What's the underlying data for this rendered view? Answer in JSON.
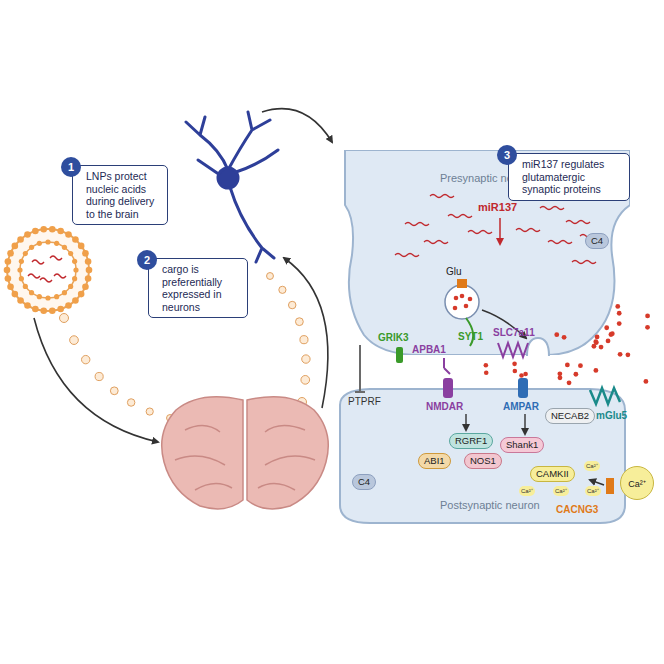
{
  "diagram": {
    "nodes": [
      {
        "text": [
          "1",
          "LNPs protect nucleic acids during delivery to the brain"
        ]
      },
      {
        "text": [
          "2",
          "cargo is preferentially expressed in neurons"
        ]
      },
      {
        "text": [
          "Presynaptic neuron"
        ]
      },
      {
        "text": [
          "3",
          "miR137 regulates glutamatergic synaptic proteins"
        ]
      },
      {
        "text": [
          "C4"
        ],
        "in": 2
      },
      {
        "text": [
          "Postsynaptic neuron"
        ]
      },
      {
        "text": [
          "RGRF1"
        ],
        "in": 5
      },
      {
        "text": [
          "ABI1"
        ],
        "in": 5
      },
      {
        "text": [
          "NOS1"
        ],
        "in": 5
      },
      {
        "text": [
          "Shank1"
        ],
        "in": 5
      },
      {
        "text": [
          "NECAB2"
        ],
        "in": 5
      },
      {
        "text": [
          "CAMKII"
        ],
        "in": 5
      },
      {
        "text": [
          "C4"
        ],
        "in": 5
      },
      {
        "text": [
          "Ca²⁺"
        ]
      }
    ],
    "labels": [
      "miR137",
      "Glu",
      "GRIK3",
      "SYT1",
      "APBA1",
      "SLC7a11",
      "PTPRF",
      "NMDAR",
      "AMPAR",
      "mGlu5",
      "CACNG3",
      "Ca²⁺",
      "Ca²⁺",
      "Ca²⁺",
      "Ca²⁺"
    ]
  }
}
